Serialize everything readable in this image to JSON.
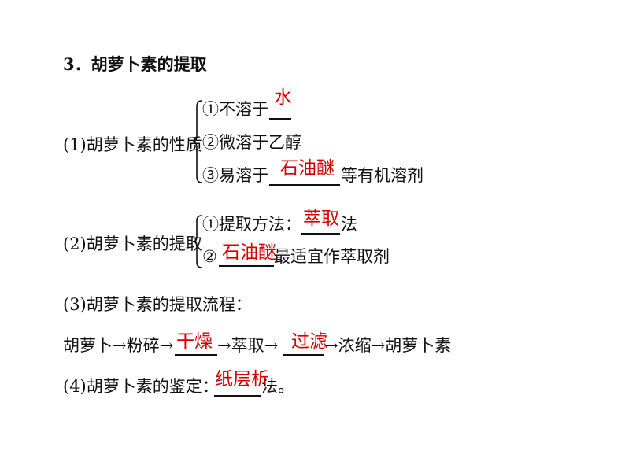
{
  "heading": "3．胡萝卜素的提取",
  "s1": {
    "label": "(1)胡萝卜素的性质",
    "i1_pre": "①不溶于",
    "i1_ans": "水",
    "i2": "②微溶于乙醇",
    "i3_pre": "③易溶于",
    "i3_ans": "石油醚",
    "i3_post": "等有机溶剂"
  },
  "s2": {
    "label": "(2)胡萝卜素的提取",
    "i1_pre": "①提取方法：",
    "i1_ans": "萃取",
    "i1_post": "法",
    "i2_pre": "②",
    "i2_ans": "石油醚",
    "i2_post": "最适宜作萃取剂"
  },
  "s3": {
    "label": "(3)胡萝卜素的提取流程：",
    "f1": "胡萝卜→粉碎→",
    "ans1": "干燥",
    "f2": "→萃取→",
    "ans2": "过滤",
    "f3": "→浓缩→胡萝卜素"
  },
  "s4": {
    "label": "(4)胡萝卜素的鉴定：",
    "ans": "纸层析",
    "post": "法。"
  },
  "colors": {
    "answer": "#d60000",
    "text": "#111111"
  }
}
